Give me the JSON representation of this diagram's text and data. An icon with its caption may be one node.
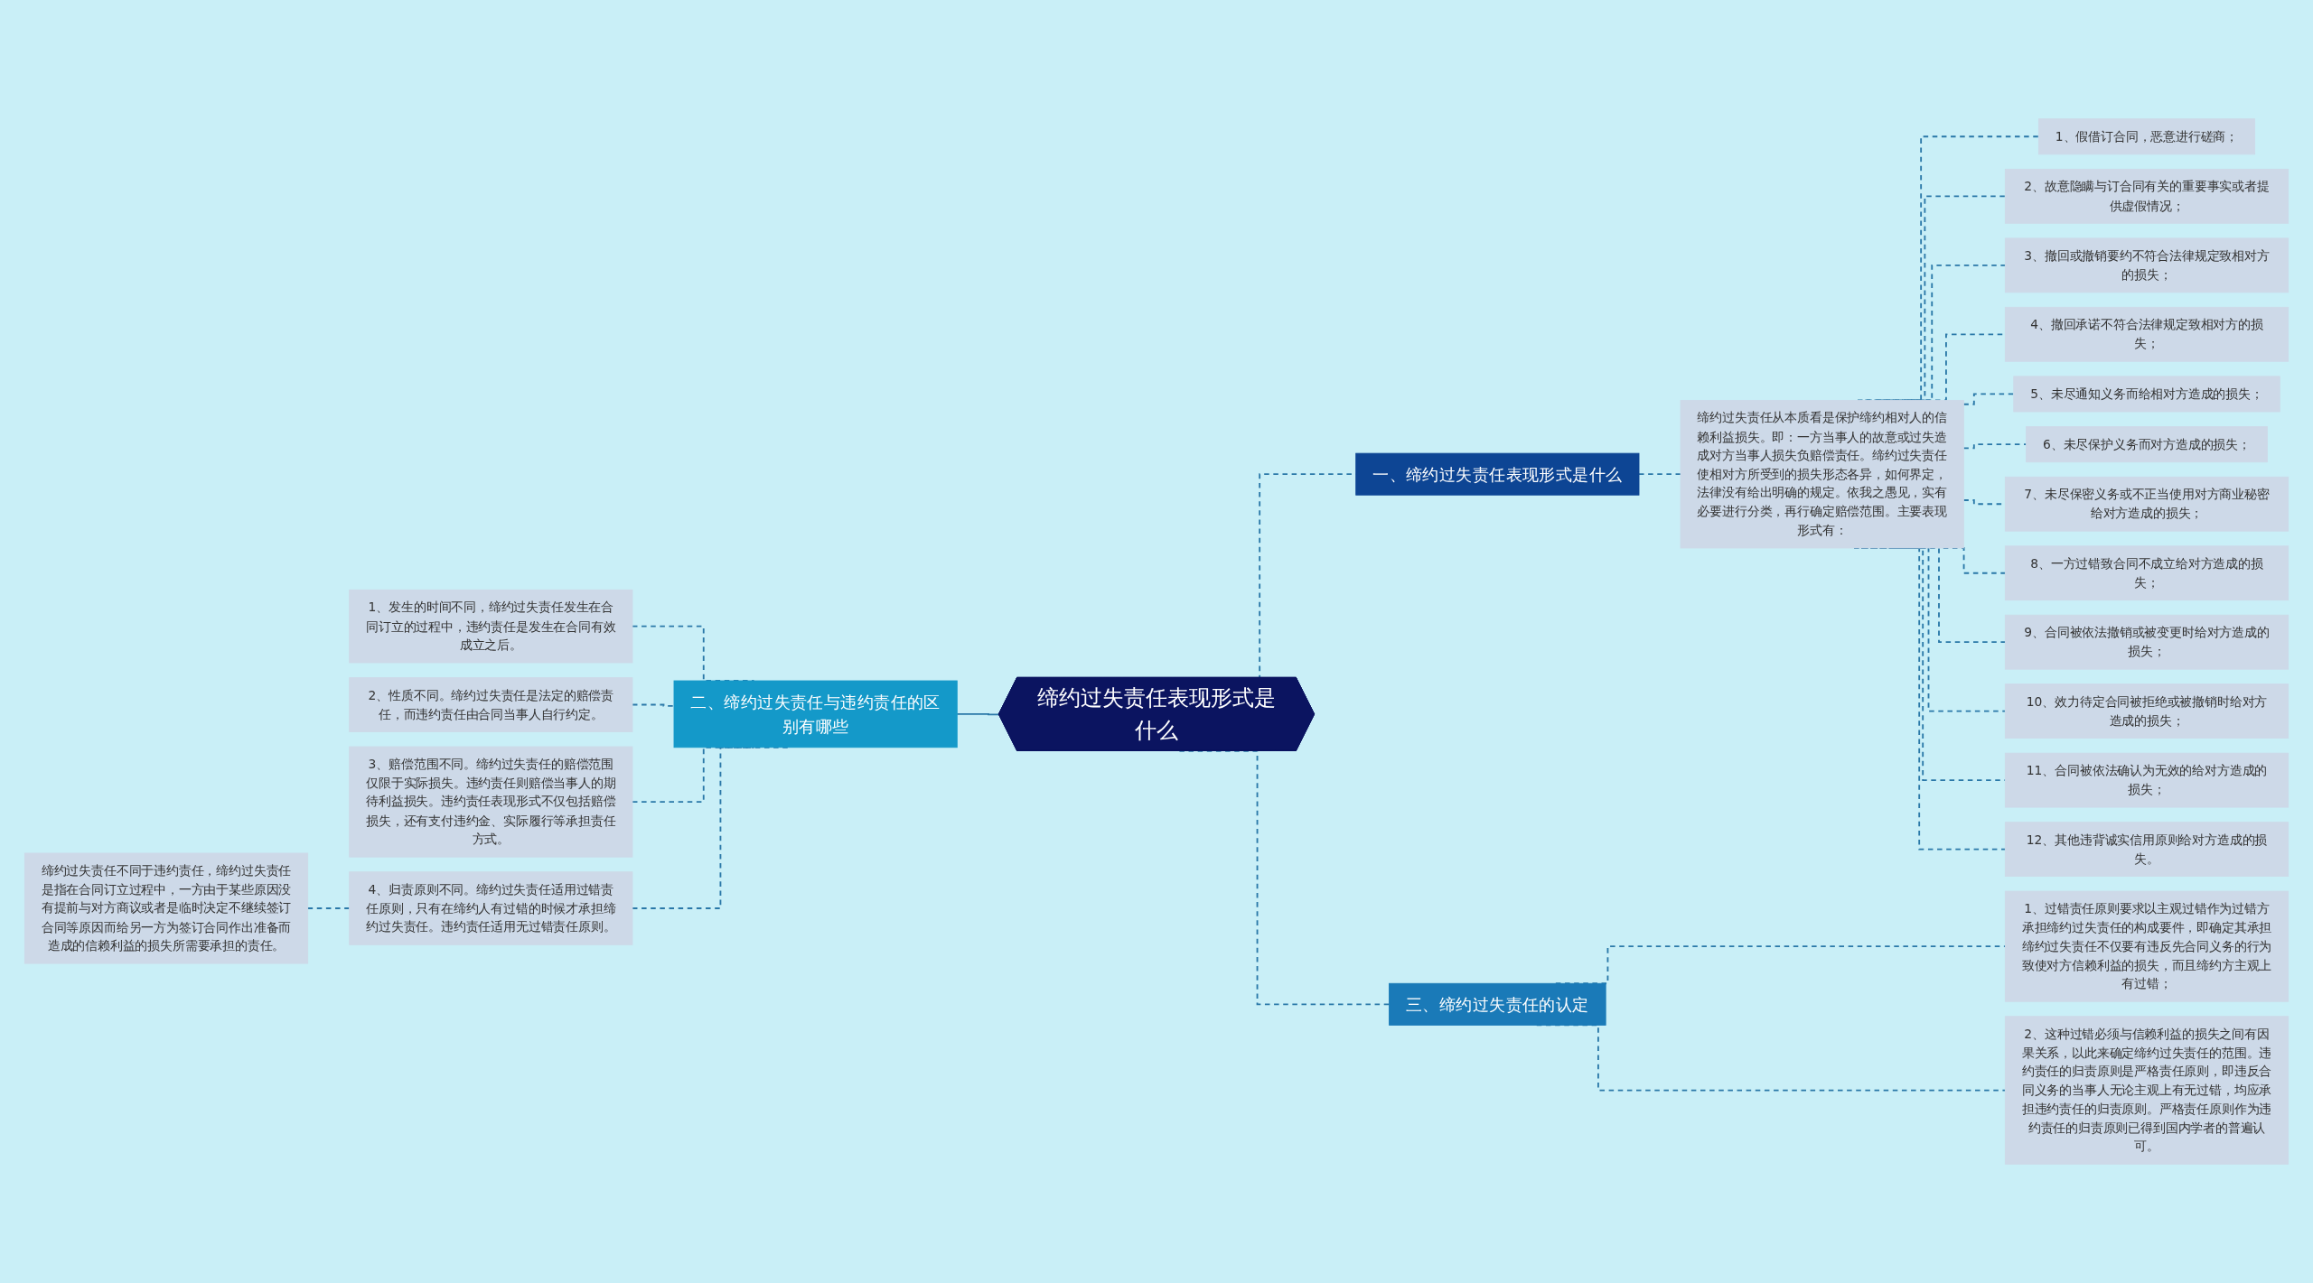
{
  "diagram": {
    "nodes": [
      {
        "text": [
          "缔约过失责任表现形式是什么"
        ]
      },
      {
        "text": [
          "一、缔约过失责任表现形式是什么"
        ]
      },
      {
        "text": [
          "缔约过失责任从本质看是保护缔约相对人的信赖利益损失。即：一方当事人的故意或过失造成对方当事人损失负赔偿责任。缔约过失责任使相对方所受到的损失形态各异，如何界定，法律没有给出明确的规定。依我之愚见，实有必要进行分类，再行确定赔偿范围。主要表现形式有："
        ]
      },
      {
        "text": [
          "1、假借订合同，恶意进行磋商；"
        ]
      },
      {
        "text": [
          "2、故意隐瞒与订合同有关的重要事实或者提供虚假情况；"
        ]
      },
      {
        "text": [
          "3、撤回或撤销要约不符合法律规定致相对方的损失；"
        ]
      },
      {
        "text": [
          "4、撤回承诺不符合法律规定致相对方的损失；"
        ]
      },
      {
        "text": [
          "5、未尽通知义务而给相对方造成的损失；"
        ]
      },
      {
        "text": [
          "6、未尽保护义务而对方造成的损失；"
        ]
      },
      {
        "text": [
          "7、未尽保密义务或不正当使用对方商业秘密给对方造成的损失；"
        ]
      },
      {
        "text": [
          "8、一方过错致合同不成立给对方造成的损失；"
        ]
      },
      {
        "text": [
          "9、合同被依法撤销或被变更时给对方造成的损失；"
        ]
      },
      {
        "text": [
          "10、效力待定合同被拒绝或被撤销时给对方造成的损失；"
        ]
      },
      {
        "text": [
          "11、合同被依法确认为无效的给对方造成的损失；"
        ]
      },
      {
        "text": [
          "12、其他违背诚实信用原则给对方造成的损失。"
        ]
      },
      {
        "text": [
          "三、缔约过失责任的认定"
        ]
      },
      {
        "text": [
          "1、过错责任原则要求以主观过错作为过错方承担缔约过失责任的构成要件，即确定其承担缔约过失责任不仅要有违反先合同义务的行为致使对方信赖利益的损失，而且缔约方主观上有过错；"
        ]
      },
      {
        "text": [
          "2、这种过错必须与信赖利益的损失之间有因果关系，以此来确定缔约过失责任的范围。违约责任的归责原则是严格责任原则，即违反合同义务的当事人无论主观上有无过错，均应承担违约责任的归责原则。严格责任原则作为违约责任的归责原则已得到国内学者的普遍认可。"
        ]
      },
      {
        "text": [
          "二、缔约过失责任与违约责任的区别有哪些"
        ]
      },
      {
        "text": [
          "1、发生的时间不同，缔约过失责任发生在合同订立的过程中，违约责任是发生在合同有效成立之后。"
        ]
      },
      {
        "text": [
          "2、性质不同。缔约过失责任是法定的赔偿责任，而违约责任由合同当事人自行约定。"
        ]
      },
      {
        "text": [
          "3、赔偿范围不同。缔约过失责任的赔偿范围仅限于实际损失。违约责任则赔偿当事人的期待利益损失。违约责任表现形式不仅包括赔偿损失，还有支付违约金、实际履行等承担责任方式。"
        ]
      },
      {
        "text": [
          "4、归责原则不同。缔约过失责任适用过错责任原则，只有在缔约人有过错的时候才承担缔约过失责任。违约责任适用无过错责任原则。"
        ]
      },
      {
        "text": [
          "缔约过失责任不同于违约责任，缔约过失责任是指在合同订立过程中，一方由于某些原因没有提前与对方商议或者是临时决定不继续签订合同等原因而给另一方为签订合同作出准备而造成的信赖利益的损失所需要承担的责任。"
        ]
      }
    ],
    "edges": [
      {
        "from": 0,
        "to": 1,
        "arrow": "none",
        "style": "dashed"
      },
      {
        "from": 1,
        "to": 2,
        "arrow": "none",
        "style": "dashed"
      },
      {
        "from": 2,
        "to": 3,
        "arrow": "none",
        "style": "dashed"
      },
      {
        "from": 2,
        "to": 4,
        "arrow": "none",
        "style": "dashed"
      },
      {
        "from": 2,
        "to": 5,
        "arrow": "none",
        "style": "dashed"
      },
      {
        "from": 2,
        "to": 6,
        "arrow": "none",
        "style": "dashed"
      },
      {
        "from": 2,
        "to": 7,
        "arrow": "none",
        "style": "dashed"
      },
      {
        "from": 2,
        "to": 8,
        "arrow": "none",
        "style": "dashed"
      },
      {
        "from": 2,
        "to": 9,
        "arrow": "none",
        "style": "dashed"
      },
      {
        "from": 2,
        "to": 10,
        "arrow": "none",
        "style": "dashed"
      },
      {
        "from": 2,
        "to": 11,
        "arrow": "none",
        "style": "dashed"
      },
      {
        "from": 2,
        "to": 12,
        "arrow": "none",
        "style": "dashed"
      },
      {
        "from": 2,
        "to": 13,
        "arrow": "none",
        "style": "dashed"
      },
      {
        "from": 2,
        "to": 14,
        "arrow": "none",
        "style": "dashed"
      },
      {
        "from": 0,
        "to": 15,
        "arrow": "none",
        "style": "dashed"
      },
      {
        "from": 15,
        "to": 16,
        "arrow": "none",
        "style": "dashed"
      },
      {
        "from": 15,
        "to": 17,
        "arrow": "none",
        "style": "dashed"
      },
      {
        "from": 0,
        "to": 18,
        "arrow": "none"
      },
      {
        "from": 18,
        "to": 19,
        "arrow": "none",
        "style": "dashed"
      },
      {
        "from": 18,
        "to": 20,
        "arrow": "none",
        "style": "dashed"
      },
      {
        "from": 18,
        "to": 21,
        "arrow": "none",
        "style": "dashed"
      },
      {
        "from": 18,
        "to": 22,
        "arrow": "none",
        "style": "dashed"
      },
      {
        "from": 22,
        "to": 23,
        "arrow": "none",
        "style": "dashed"
      }
    ]
  }
}
